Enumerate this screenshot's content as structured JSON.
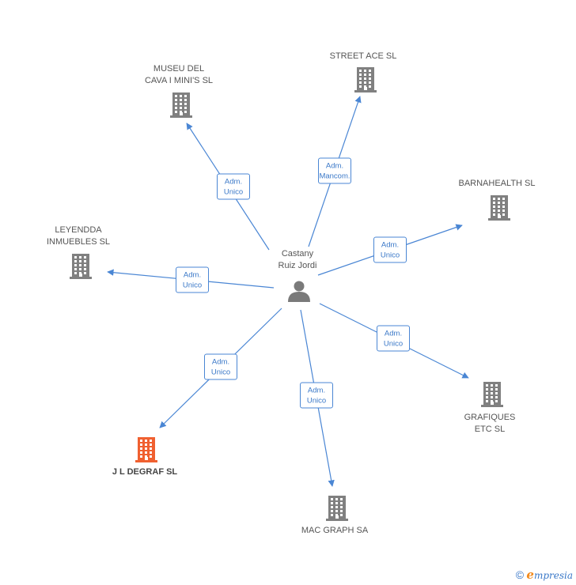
{
  "center": {
    "label": "Castany\nRuiz Jordi",
    "icon": "person-icon"
  },
  "nodes": [
    {
      "id": "museu",
      "label": "MUSEU DEL\nCAVA I MINI'S SL",
      "icon": "building-icon",
      "highlight": false
    },
    {
      "id": "street",
      "label": "STREET ACE SL",
      "icon": "building-icon",
      "highlight": false
    },
    {
      "id": "barna",
      "label": "BARNAHEALTH SL",
      "icon": "building-icon",
      "highlight": false
    },
    {
      "id": "leyendda",
      "label": "LEYENDDA\nINMUEBLES SL",
      "icon": "building-icon",
      "highlight": false
    },
    {
      "id": "grafiques",
      "label": "GRAFIQUES\nETC SL",
      "icon": "building-icon",
      "highlight": false
    },
    {
      "id": "jldegraf",
      "label": "J L DEGRAF SL",
      "icon": "building-icon",
      "highlight": true
    },
    {
      "id": "macgraph",
      "label": "MAC GRAPH SA",
      "icon": "building-icon",
      "highlight": false
    }
  ],
  "edges": [
    {
      "to": "museu",
      "label": "Adm.\nUnico"
    },
    {
      "to": "street",
      "label": "Adm.\nMancom."
    },
    {
      "to": "barna",
      "label": "Adm.\nUnico"
    },
    {
      "to": "leyendda",
      "label": "Adm.\nUnico"
    },
    {
      "to": "grafiques",
      "label": "Adm.\nUnico"
    },
    {
      "to": "jldegraf",
      "label": "Adm.\nUnico"
    },
    {
      "to": "macgraph",
      "label": "Adm.\nUnico"
    }
  ],
  "colors": {
    "edge": "#4a86d4",
    "building": "#808080",
    "highlight": "#f06030",
    "person": "#7a7a7a"
  },
  "footer": {
    "copyright": "©",
    "brand_initial": "e",
    "brand_rest": "mpresia"
  }
}
